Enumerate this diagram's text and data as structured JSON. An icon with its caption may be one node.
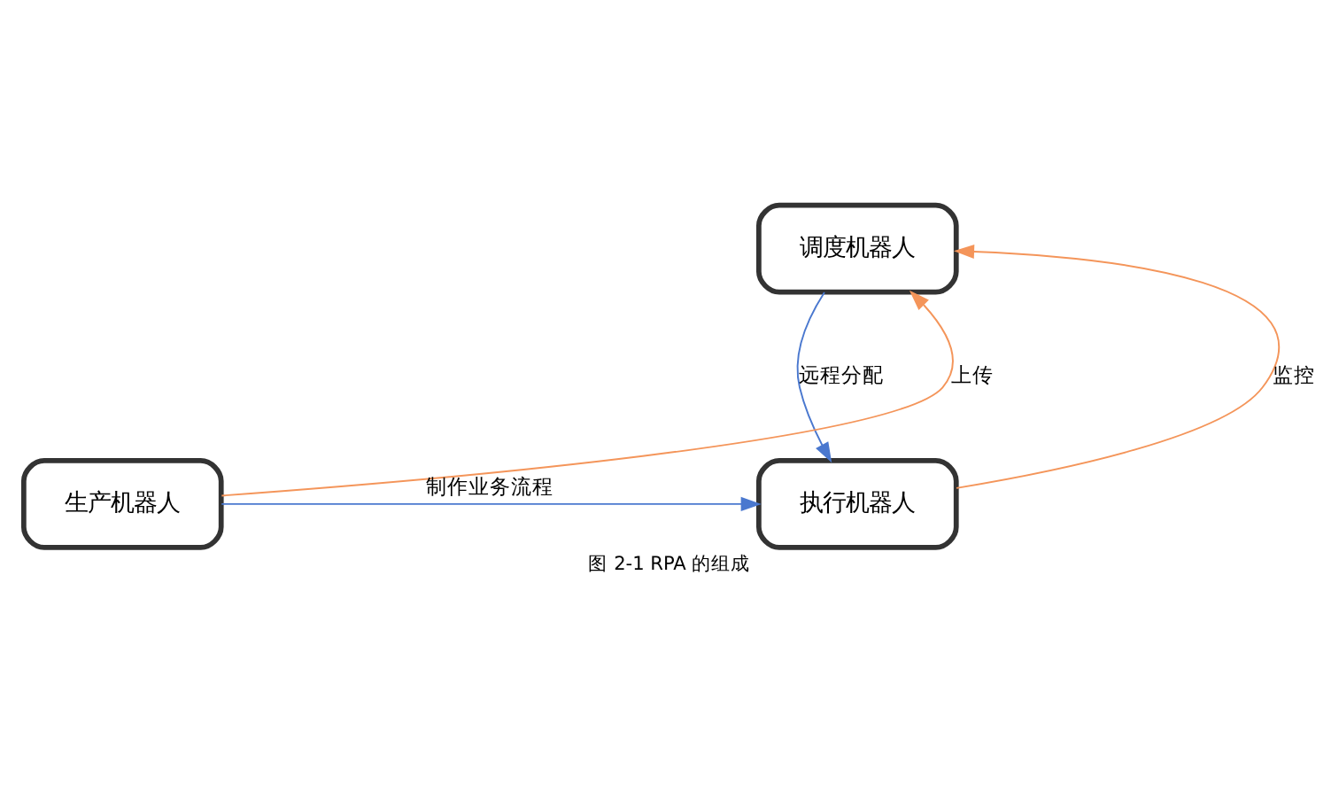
{
  "diagram": {
    "caption": "图 2-1 RPA 的组成",
    "nodes": [
      {
        "text": [
          "调度机器人"
        ]
      },
      {
        "text": [
          "生产机器人"
        ]
      },
      {
        "text": [
          "执行机器人"
        ]
      }
    ],
    "edges": [
      {
        "from": 1,
        "to": 0,
        "arrow": "to",
        "label": "上传",
        "color": "#f4955a"
      },
      {
        "from": 1,
        "to": 2,
        "arrow": "to",
        "label": "制作业务流程",
        "color": "#4a78cf"
      },
      {
        "from": 0,
        "to": 2,
        "arrow": "to",
        "label": "远程分配",
        "color": "#4a78cf"
      },
      {
        "from": 2,
        "to": 0,
        "arrow": "to",
        "label": "监控",
        "color": "#f4955a"
      }
    ]
  }
}
